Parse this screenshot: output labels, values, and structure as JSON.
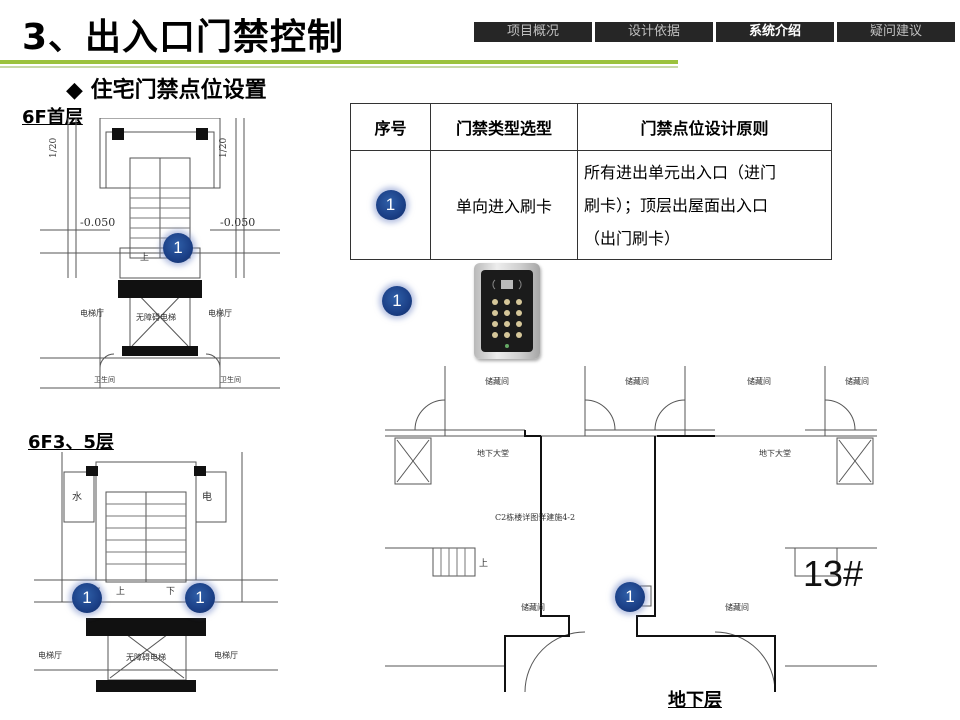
{
  "header": {
    "title": "3、出入口门禁控制",
    "nav": [
      {
        "label": "项目概况",
        "active": false
      },
      {
        "label": "设计依据",
        "active": false
      },
      {
        "label": "系统介绍",
        "active": true
      },
      {
        "label": "疑问建议",
        "active": false
      }
    ]
  },
  "section": {
    "bullet": "◆",
    "title": "住宅门禁点位设置"
  },
  "floors": {
    "ground": "6F首层",
    "typical": "6F3、5层",
    "basement": "地下层"
  },
  "table": {
    "headers": [
      "序号",
      "门禁类型选型",
      "门禁点位设计原则"
    ],
    "row": {
      "index": "1",
      "type": "单向进入刷卡",
      "principle_lines": [
        "所有进出单元出入口（进门",
        "刷卡）；顶层出屋面出入口",
        "（出门刷卡）"
      ]
    }
  },
  "marker_label": "1",
  "plan_labels": {
    "ground": {
      "dim": "1/20",
      "level_left": "-0.050",
      "level_right": "-0.050",
      "up": "上",
      "elevator_hall_left": "电梯厅",
      "elevator_hall_right": "电梯厅",
      "elevator": "无障碍电梯",
      "wc_left": "卫生间",
      "wc_right": "卫生间"
    },
    "typical": {
      "water": "水",
      "electric": "电",
      "up": "上",
      "down": "下",
      "elevator_hall_left": "电梯厅",
      "elevator_hall_right": "电梯厅",
      "elevator": "无障碍电梯"
    },
    "basement": {
      "storage": "储藏间",
      "lobby": "地下大堂",
      "note": "C2栋楼详图详建施4-2",
      "up": "上",
      "building_no": "13#"
    }
  },
  "colors": {
    "accent_green": "#9bc23c",
    "nav_bg": "#262626",
    "badge_blue": "#1b3f86"
  }
}
